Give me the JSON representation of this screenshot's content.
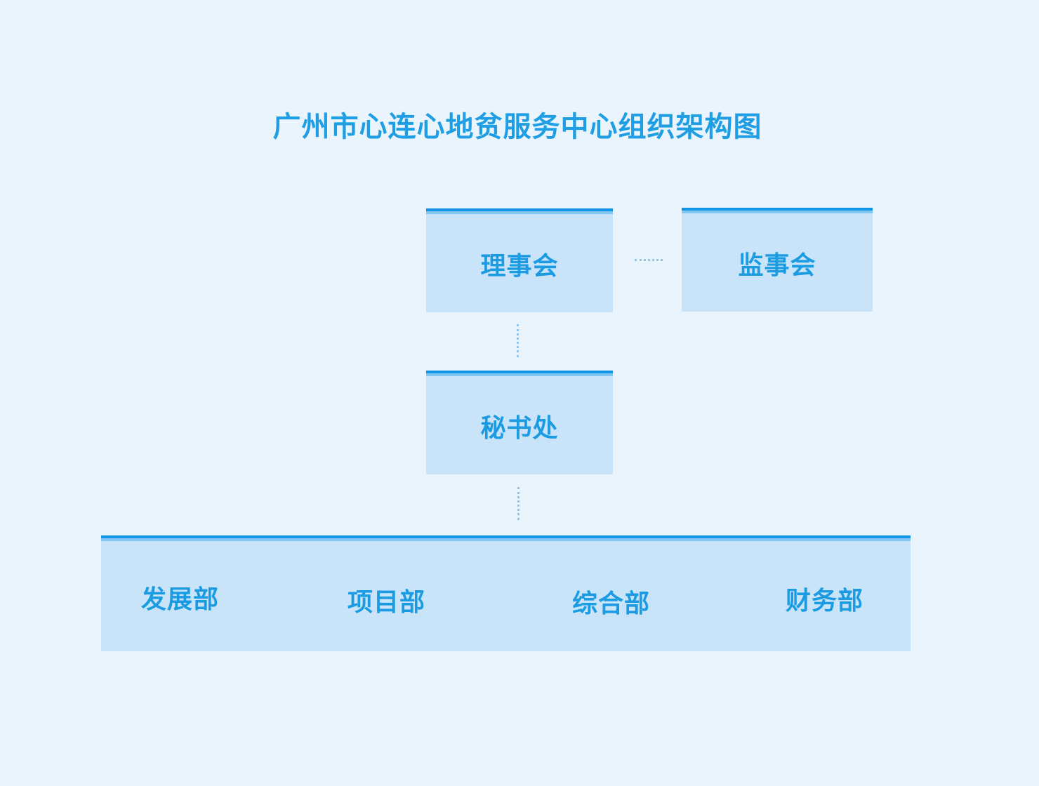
{
  "diagram": {
    "title": "广州市心连心地贫服务中心组织架构图",
    "nodes": {
      "board": "理事会",
      "supervisors": "监事会",
      "secretariat": "秘书处"
    },
    "departments": [
      "发展部",
      "项目部",
      "综合部",
      "财务部"
    ]
  },
  "colors": {
    "background": "#eaf4fd",
    "box_fill": "#c9e4f8",
    "box_top_bar": "#1395e6",
    "text": "#1a9be2",
    "connector": "#8fc3e8"
  }
}
